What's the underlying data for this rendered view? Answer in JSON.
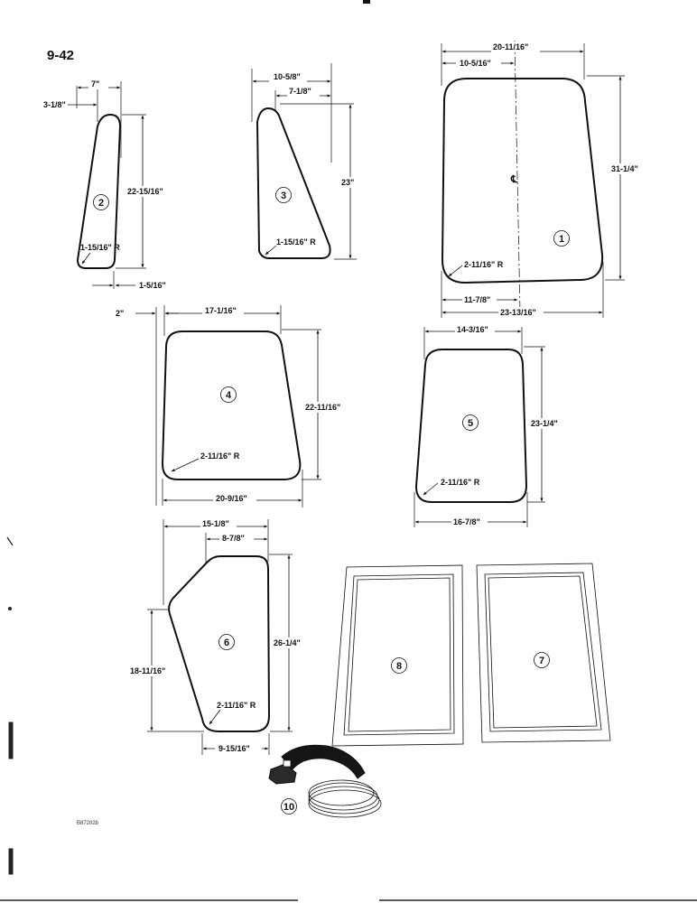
{
  "page": {
    "number": "9-42",
    "reference": "B87202b"
  },
  "parts": {
    "p1": {
      "item": "1",
      "dims": {
        "top_width": "20-11/16\"",
        "top_half": "10-5/16\"",
        "height": "31-1/4\"",
        "radius": "2-11/16\" R",
        "bottom_half": "11-7/8\"",
        "bottom_width": "23-13/16\""
      },
      "center_mark": "℄"
    },
    "p2": {
      "item": "2",
      "dims": {
        "top_width": "7\"",
        "offset": "3-1/8\"",
        "height": "22-15/16\"",
        "radius": "1-15/16\" R",
        "bottom_width": "1-5/16\""
      }
    },
    "p3": {
      "item": "3",
      "dims": {
        "top_width": "10-5/8\"",
        "top_part": "7-1/8\"",
        "height": "23\"",
        "radius": "1-15/16\" R"
      }
    },
    "p4": {
      "item": "4",
      "dims": {
        "offset": "2\"",
        "top_width": "17-1/16\"",
        "height": "22-11/16\"",
        "radius": "2-11/16\" R",
        "bottom_width": "20-9/16\""
      }
    },
    "p5": {
      "item": "5",
      "dims": {
        "top_width": "14-3/16\"",
        "height": "23-1/4\"",
        "radius": "2-11/16\" R",
        "bottom_width": "16-7/8\""
      }
    },
    "p6": {
      "item": "6",
      "dims": {
        "overall_width": "15-1/8\"",
        "top_part": "8-7/8\"",
        "height": "26-1/4\"",
        "left_height": "18-11/16\"",
        "radius": "2-11/16\" R",
        "bottom_width": "9-15/16\""
      }
    },
    "p7": {
      "item": "7"
    },
    "p8": {
      "item": "8"
    },
    "p10": {
      "item": "10"
    }
  }
}
